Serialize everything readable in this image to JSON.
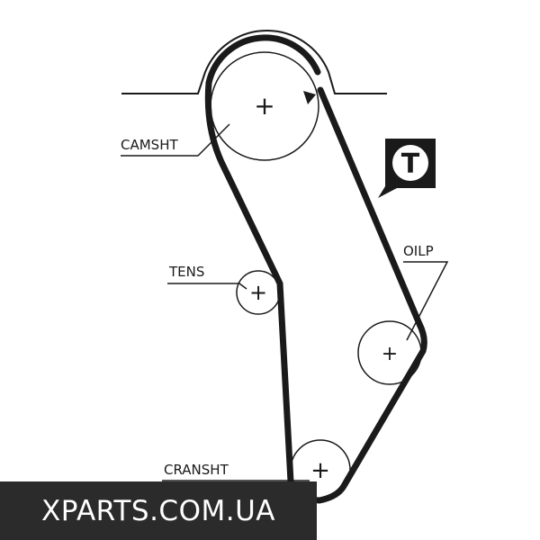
{
  "diagram": {
    "labels": {
      "camshaft": "CAMSHT",
      "tensioner": "TENS",
      "oil_pump": "OILP",
      "crankshaft": "CRANSHT"
    },
    "badge_letter": "T"
  },
  "watermark": {
    "text": "XPARTS.COM.UA"
  },
  "colors": {
    "line": "#1a1a1a",
    "watermark_bg": "#2b2b2b",
    "watermark_text": "#ffffff"
  }
}
